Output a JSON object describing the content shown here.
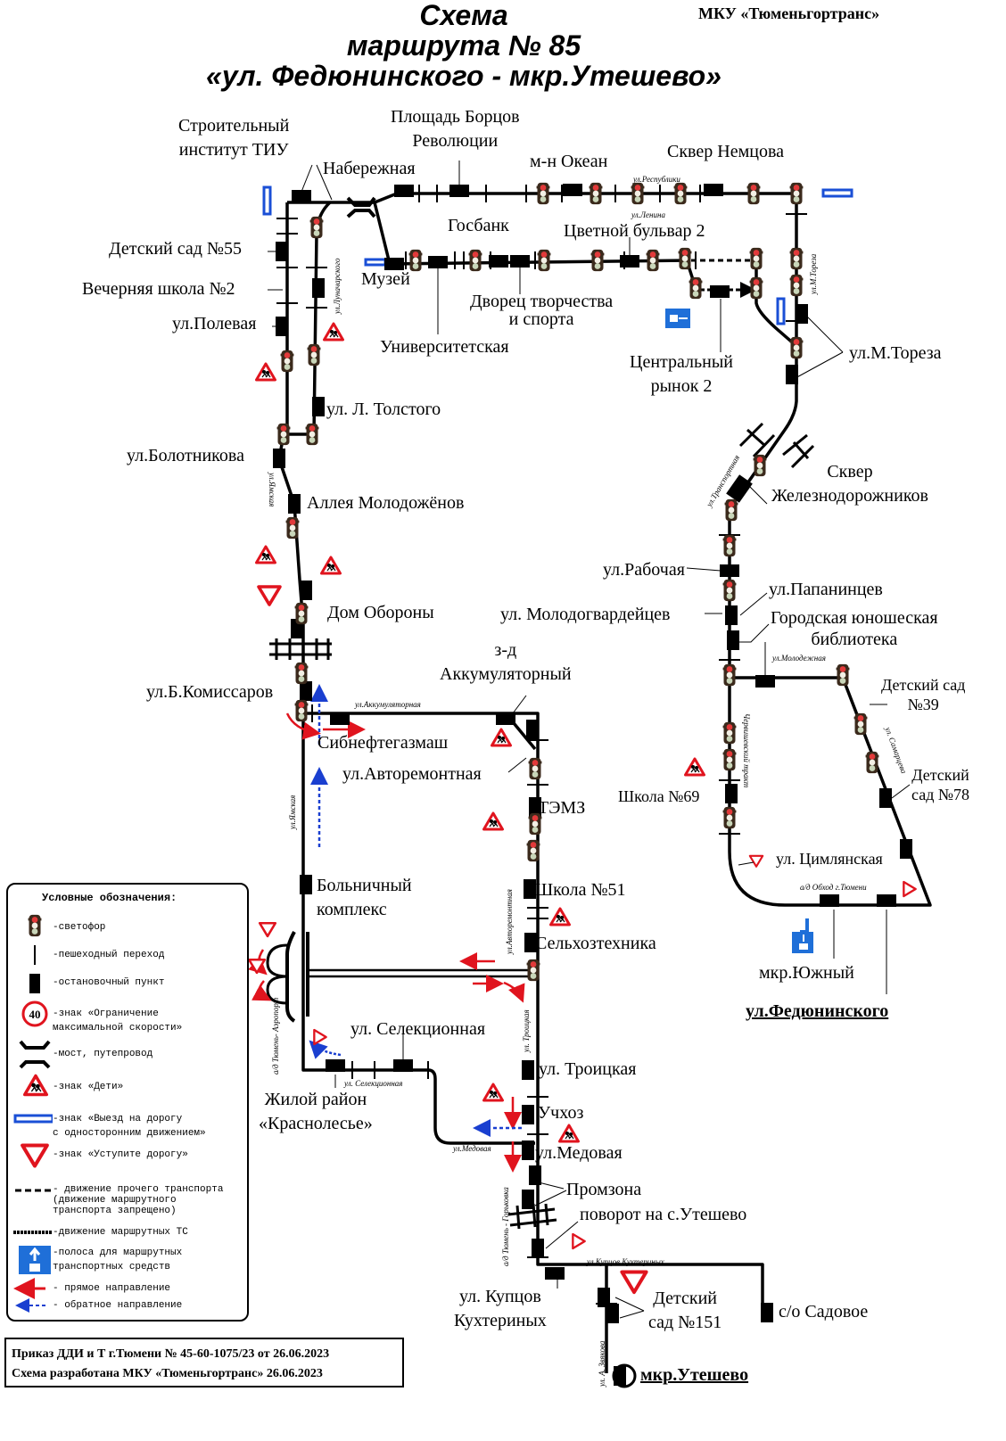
{
  "header": {
    "title_line1": "Схема",
    "title_line2": "маршрута № 85",
    "title_line3": "«ул. Федюнинского - мкр.Утешево»",
    "organization": "МКУ «Тюменьгортранс»"
  },
  "stops": {
    "stroitelny": "Строительный\nинститут ТИУ",
    "ploshchad": "Площадь Борцов\nРеволюции",
    "naberezhnaya": "Набережная",
    "okean": "м-н Океан",
    "skver_nemtsova": "Сквер Немцова",
    "detsad55": "Детский сад №55",
    "vechernyaya": "Вечерняя школа №2",
    "polevaya": "ул.Полевая",
    "gosbank": "Госбанк",
    "tsvetnoy": "Цветной бульвар 2",
    "muzey": "Музей",
    "dvorets": "Дворец творчества\nи спорта",
    "universitetskaya": "Университетская",
    "tsentralny": "Центральный\nрынок 2",
    "toreza": "ул.М.Тореза",
    "tolstogo": "ул. Л. Толстого",
    "bolotnikova": "ул.Болотникова",
    "skver_zhd": "Сквер\nЖелезнодорожников",
    "alleya": "Аллея Молодожёнов",
    "rabochaya": "ул.Рабочая",
    "papanintsev": "ул.Папанинцев",
    "molodogvardeytsev": "ул. Молодогвардейцев",
    "dom_oborony": "Дом Обороны",
    "biblioteka": "Городская юношеская\nбиблиотека",
    "akkumulyatorny": "з-д\nАккумуляторный",
    "komissarov": "ул.Б.Комиссаров",
    "detsad39": "Детский сад\n№39",
    "sibneftegazmash": "Сибнефтегазмаш",
    "avtoremontnaya": "ул.Авторемонтная",
    "detsad78": "Детский\nсад №78",
    "shkola69": "Школа №69",
    "temz": "ТЭМЗ",
    "tsimlyanskaya": "ул. Цимлянская",
    "bolnichny": "Больничный\nкомплекс",
    "shkola51": "Школа №51",
    "selkhoztekhnika": "Сельхозтехника",
    "yuzhny": "мкр.Южный",
    "fedyuninskogo": "ул.Федюнинского",
    "selektsionnaya": "ул. Селекционная",
    "troitskaya": "ул. Троицкая",
    "krasnolesye": "Жилой район\n«Краснолесье»",
    "uchkhoz": "Учхоз",
    "medovaya": "ул.Медовая",
    "promzona": "Промзона",
    "povorot": "поворот на с.Утешево",
    "kuptsov": "ул. Купцов\nКухтериных",
    "detsad151": "Детский\nсад №151",
    "sadovoe": "с/о Садовое",
    "uteshevo": "мкр.Утешево"
  },
  "streets": {
    "respubliki": "ул.Республики",
    "lenina": "ул.Ленина",
    "lunacharskogo": "ул.Луначарского",
    "m_toreza": "ул.М.Тореза",
    "transportnaya": "ул.Транспортная",
    "yamskaya_top": "ул.Ямская",
    "akkumulyatornaya": "ул.Аккумуляторная",
    "yamskaya": "ул.Ямская",
    "chervishevsky": "Червишевский тракт",
    "molodezhnaya": "ул.Молодежная",
    "samartseva": "ул. Самарцева",
    "obkhod": "а/д Обход г.Тюмени",
    "avtoremontnaya": "ул.Авторемонтная",
    "aeroport": "а/д Тюмень-\nАэропорт",
    "selektsionnaya": "ул. Селекционная",
    "troitskaya": "ул. Троицкая",
    "medovaya": "ул.Медовая",
    "gorkovka": "а/д Тюмень - Горьковка",
    "kuptsov": "ул.Купцов Кухтериных",
    "zvyakova": "ул. А. Звякова"
  },
  "legend": {
    "heading": "Условные обозначения:",
    "items": [
      {
        "icon": "traffic-light-icon",
        "label": "-светофор"
      },
      {
        "icon": "crosswalk-icon",
        "label": "-пешеходный переход"
      },
      {
        "icon": "bus-stop-icon",
        "label": "-остановочный пункт"
      },
      {
        "icon": "speed-limit-icon",
        "label": "-знак «Ограничение\nмаксимальной скорости»",
        "value": "40"
      },
      {
        "icon": "bridge-icon",
        "label": "-мост, путепровод"
      },
      {
        "icon": "children-sign-icon",
        "label": "-знак «Дети»"
      },
      {
        "icon": "one-way-exit-icon",
        "label": "-знак «Выезд на дорогу\nс односторонним движением»"
      },
      {
        "icon": "yield-sign-icon",
        "label": "-знак «Уступите дорогу»"
      },
      {
        "icon": "dashed-line-icon",
        "label": "- движение прочего транспорта\n(движение маршрутного\nтранспорта запрещено)"
      },
      {
        "icon": "arrow-line-icon",
        "label": "-движение маршрутных ТС"
      },
      {
        "icon": "bus-lane-icon",
        "label": "-полоса для маршрутных\nтранспортных средств"
      },
      {
        "icon": "red-arrow-icon",
        "label": "- прямое направление"
      },
      {
        "icon": "blue-arrow-icon",
        "label": "- обратное направление"
      }
    ]
  },
  "footer": {
    "line1": "Приказ ДДИ и Т г.Тюмени № 45-60-1075/23 от 26.06.2023",
    "line2": "Схема разработана МКУ «Тюменьгортранс» 26.06.2023"
  },
  "colors": {
    "route": "#000000",
    "sign_red": "#e0141e",
    "sign_blue": "#1a4fd6",
    "bus_lane_blue": "#1f6fd8",
    "traffic_light_body": "#3b2a1c"
  }
}
